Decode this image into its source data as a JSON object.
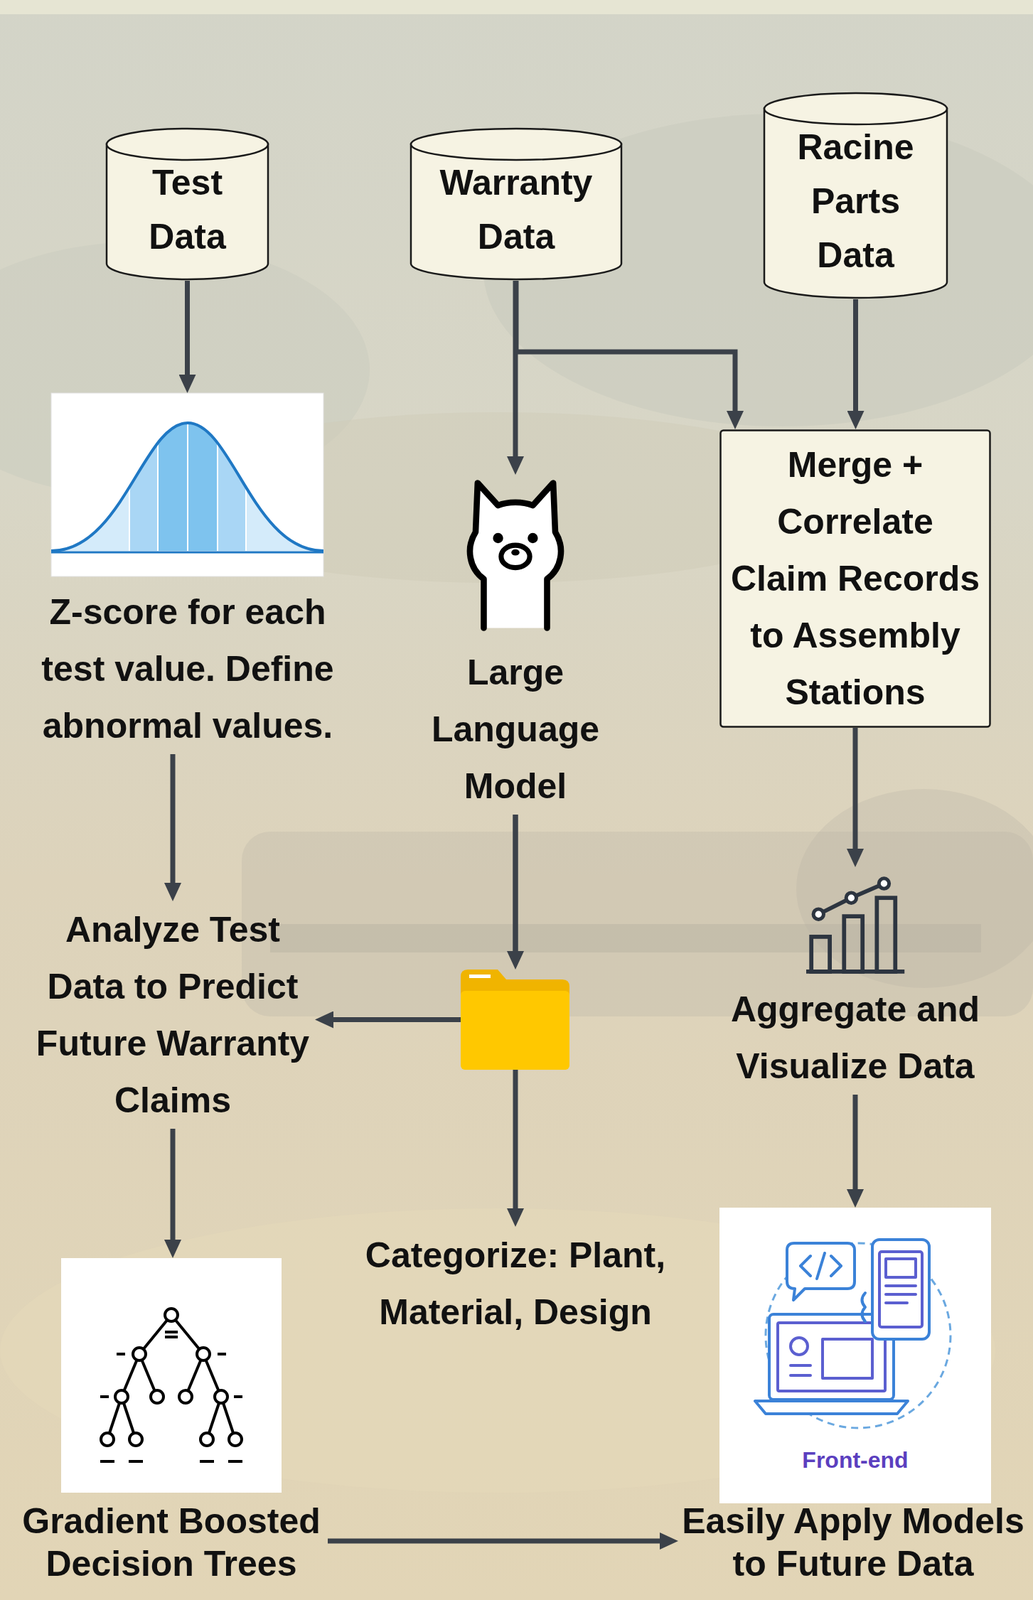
{
  "diagram": {
    "nodes": [
      {
        "text": [
          "Test Data"
        ]
      },
      {
        "text": [
          "Warranty Data"
        ]
      },
      {
        "text": [
          "Racine Parts Data"
        ]
      },
      {
        "text": [
          "Z-score for each test value. Define abnormal values."
        ]
      },
      {
        "text": [
          "Large Language Model"
        ]
      },
      {
        "text": [
          "Merge + Correlate Claim Records to Assembly Stations"
        ]
      },
      {
        "text": [
          "Analyze Test Data to Predict Future Warranty Claims"
        ]
      },
      {
        "text": [
          "Aggregate and Visualize Data"
        ]
      },
      {
        "text": [
          "Categorize: Plant, Material, Design"
        ]
      },
      {
        "text": [
          "Gradient Boosted Decision Trees"
        ]
      },
      {
        "text": [
          "Easily Apply Models to Future Data"
        ]
      }
    ],
    "edges": [
      {
        "from": 0,
        "to": 3,
        "arrow": "to"
      },
      {
        "from": 1,
        "to": 4,
        "arrow": "to"
      },
      {
        "from": 1,
        "to": 5,
        "arrow": "to"
      },
      {
        "from": 2,
        "to": 5,
        "arrow": "to"
      },
      {
        "from": 3,
        "to": 6,
        "arrow": "to"
      },
      {
        "from": 4,
        "to": 8,
        "arrow": "to"
      },
      {
        "from": 4,
        "to": 6,
        "arrow": "to"
      },
      {
        "from": 5,
        "to": 7,
        "arrow": "to"
      },
      {
        "from": 6,
        "to": 9,
        "arrow": "to"
      },
      {
        "from": 7,
        "to": 10,
        "arrow": "to"
      },
      {
        "from": 9,
        "to": 10,
        "arrow": "to"
      }
    ],
    "labels": [
      "Front-end"
    ]
  }
}
